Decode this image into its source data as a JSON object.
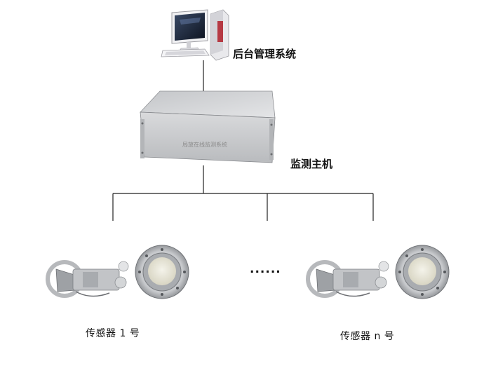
{
  "nodes": {
    "backend": {
      "label": "后台管理系统"
    },
    "host": {
      "label": "监测主机",
      "panel_label": "局放在线监测系统"
    },
    "sensors": [
      {
        "label": "传感器 1 号"
      },
      {
        "label": "传感器 n 号"
      }
    ],
    "ellipsis": "......"
  }
}
